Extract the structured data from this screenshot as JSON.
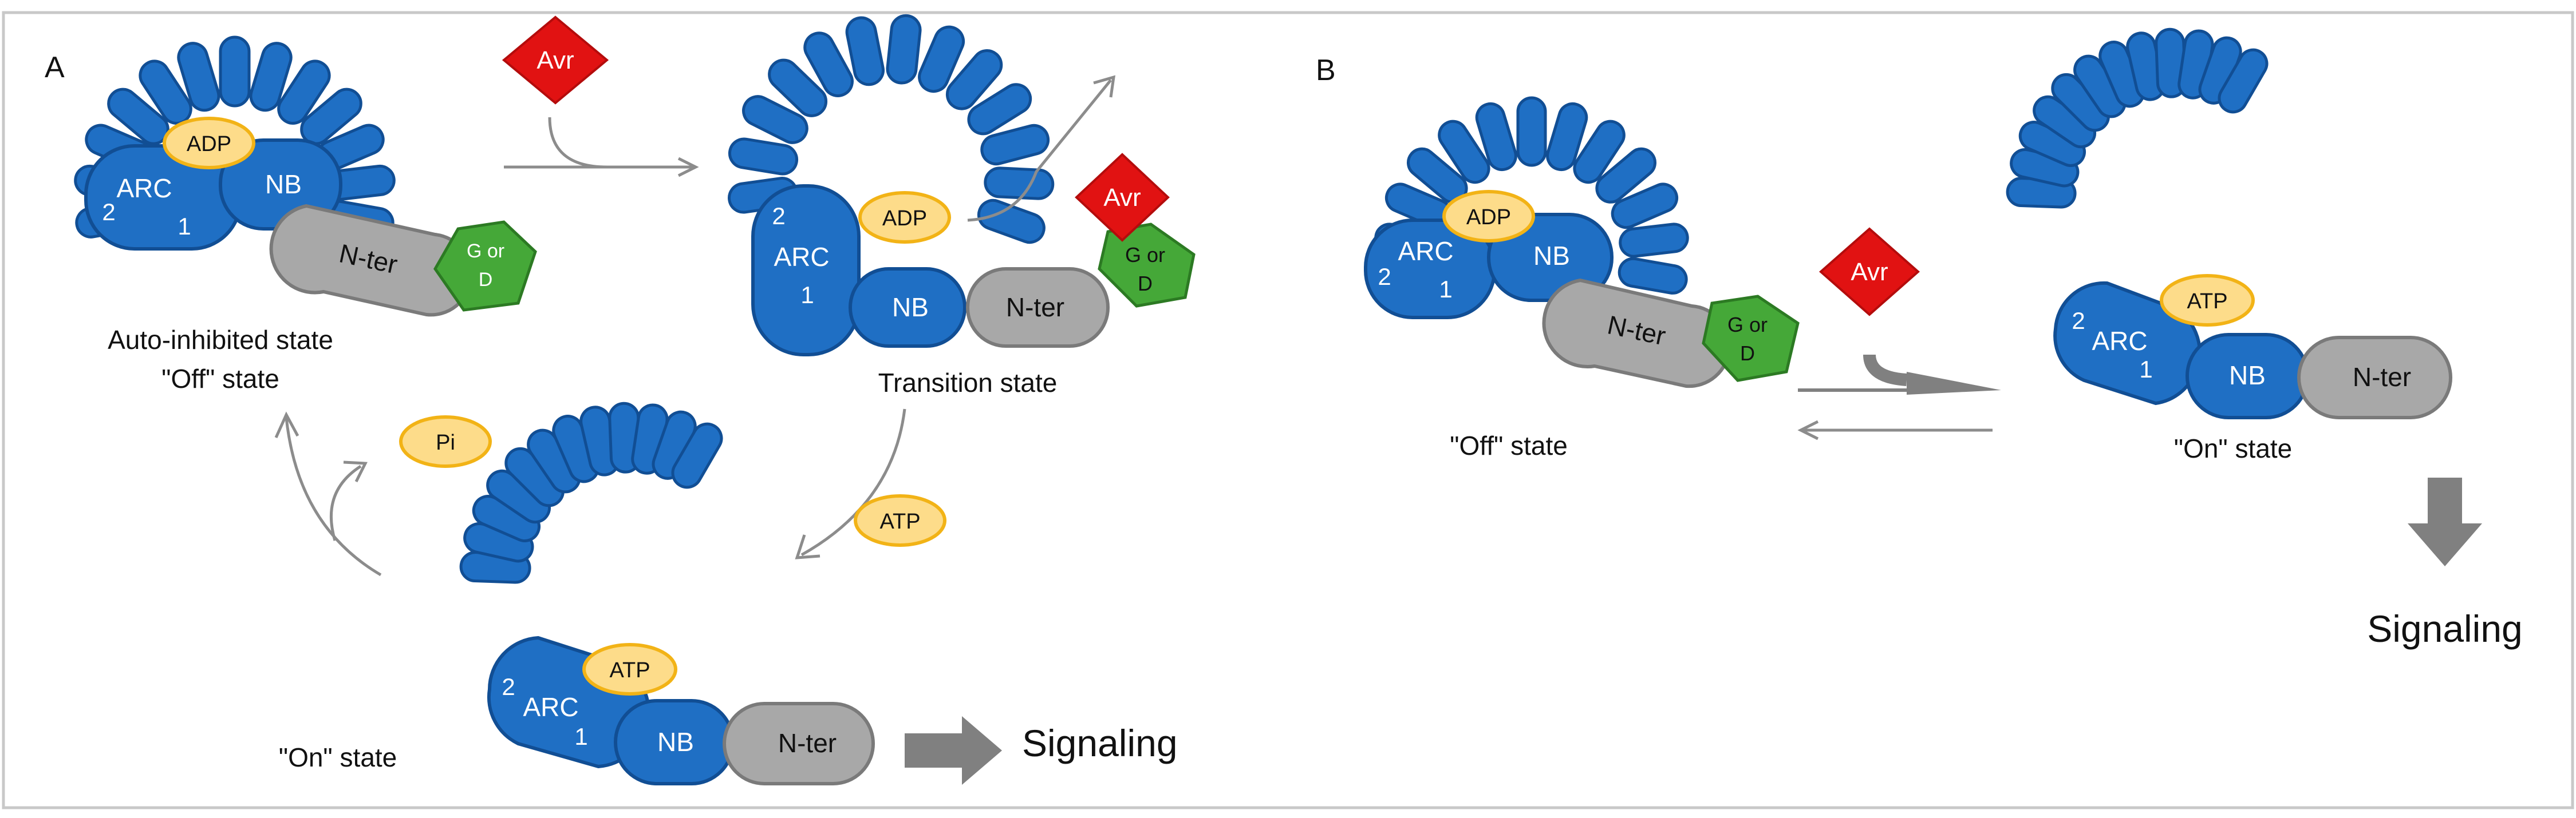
{
  "panels": {
    "a_label": "A",
    "b_label": "B"
  },
  "domains": {
    "arc": "ARC",
    "arc_sub1": "1",
    "arc_sub2": "2",
    "nb": "NB",
    "nter": "N-ter",
    "gd_line1": "G or",
    "gd_line2": "D"
  },
  "molecules": {
    "adp": "ADP",
    "atp": "ATP",
    "pi": "Pi",
    "avr": "Avr"
  },
  "states": {
    "auto_line1": "Auto-inhibited state",
    "auto_line2": "\"Off\" state",
    "transition": "Transition state",
    "on": "\"On\" state",
    "off": "\"Off\" state"
  },
  "output": {
    "signaling": "Signaling"
  },
  "colors": {
    "lrr_blue": "#1f6fc4",
    "nter_gray": "#a8a8a8",
    "gd_green": "#45a838",
    "nucleotide_yellow": "#fddc8a",
    "avr_red": "#e11212",
    "arrow_gray": "#8c8c8c"
  }
}
